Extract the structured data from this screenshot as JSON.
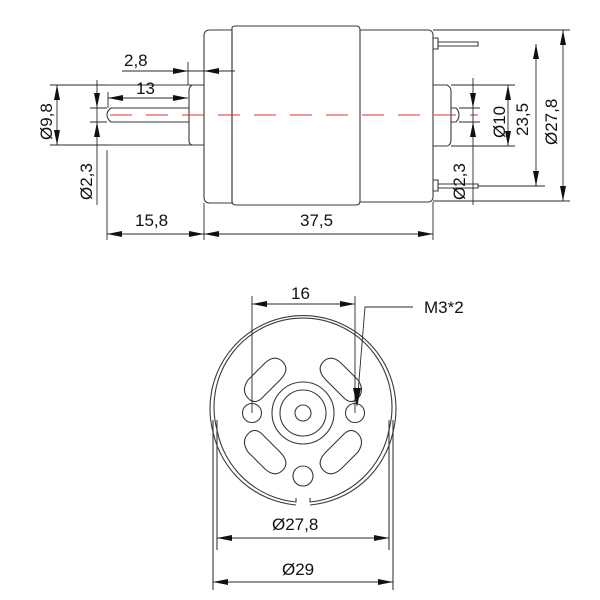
{
  "drawing": {
    "subject": "DC motor dimensional drawing",
    "colors": {
      "line": "#3a3a3a",
      "centerline": "#e03030",
      "text": "#111111",
      "background": "#ffffff"
    },
    "side_view": {
      "dims": {
        "flange_offset": "2,8",
        "shaft_length": "13",
        "boss_diameter_left": "Ø9,8",
        "shaft_diameter_left": "Ø2,3",
        "shaft_protrusion": "15,8",
        "body_length": "37,5",
        "boss_diameter_right": "Ø10",
        "terminal_spacing": "23,5",
        "body_diameter": "Ø27,8",
        "shaft_diameter_right": "Ø2,3"
      }
    },
    "end_view": {
      "dims": {
        "hole_spacing": "16",
        "thread_callout": "M3*2",
        "body_diameter": "Ø27,8",
        "outer_diameter": "Ø29"
      }
    }
  }
}
